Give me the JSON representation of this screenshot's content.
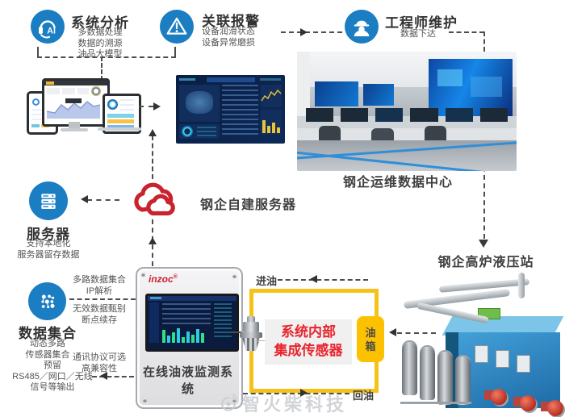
{
  "features": [
    {
      "title": "系统分析",
      "lines": [
        "多数据处理",
        "数据的溯源",
        "油品大模型"
      ]
    },
    {
      "title": "关联报警",
      "lines": [
        "设备润滑状态",
        "设备异常磨损"
      ]
    },
    {
      "title": "工程师维护",
      "lines": [
        "数据下达"
      ]
    }
  ],
  "cloud": {
    "label": "钢企自建服务器"
  },
  "server": {
    "title": "服务器",
    "lines": [
      "支持本地化",
      "服务器留存数据"
    ]
  },
  "data_hub": {
    "title": "数据集合",
    "lines": [
      "动态多路",
      "传感器集合"
    ],
    "notes": {
      "multi": [
        "多路数据集合",
        "IP解析"
      ],
      "invalid": [
        "无效数据甄别",
        "断点续存"
      ],
      "protocol": [
        "通讯协议可选",
        "高兼容性"
      ],
      "reserved": [
        "预留",
        "RS485／网口／无线",
        "信号等输出"
      ]
    }
  },
  "device": {
    "brand": "inzoc",
    "reg_mark": "®",
    "name": "在线油液监测系统"
  },
  "loop": {
    "oil_in": "进油",
    "oil_return": "回油",
    "tank": [
      "油",
      "箱"
    ],
    "sensor_text": [
      "系统内部",
      "集成传感器"
    ]
  },
  "captions": {
    "data_center": "钢企运维数据中心",
    "hydraulic_station": "钢企高炉液压站"
  },
  "icons": {
    "ai_badge": "AI"
  },
  "watermark": {
    "text": "智火柴科技"
  },
  "colors": {
    "icon_blue": "#1b7dc2",
    "brand_red": "#c8232e",
    "loop_yellow": "#f6c21a",
    "alert_red": "#e8242c"
  }
}
